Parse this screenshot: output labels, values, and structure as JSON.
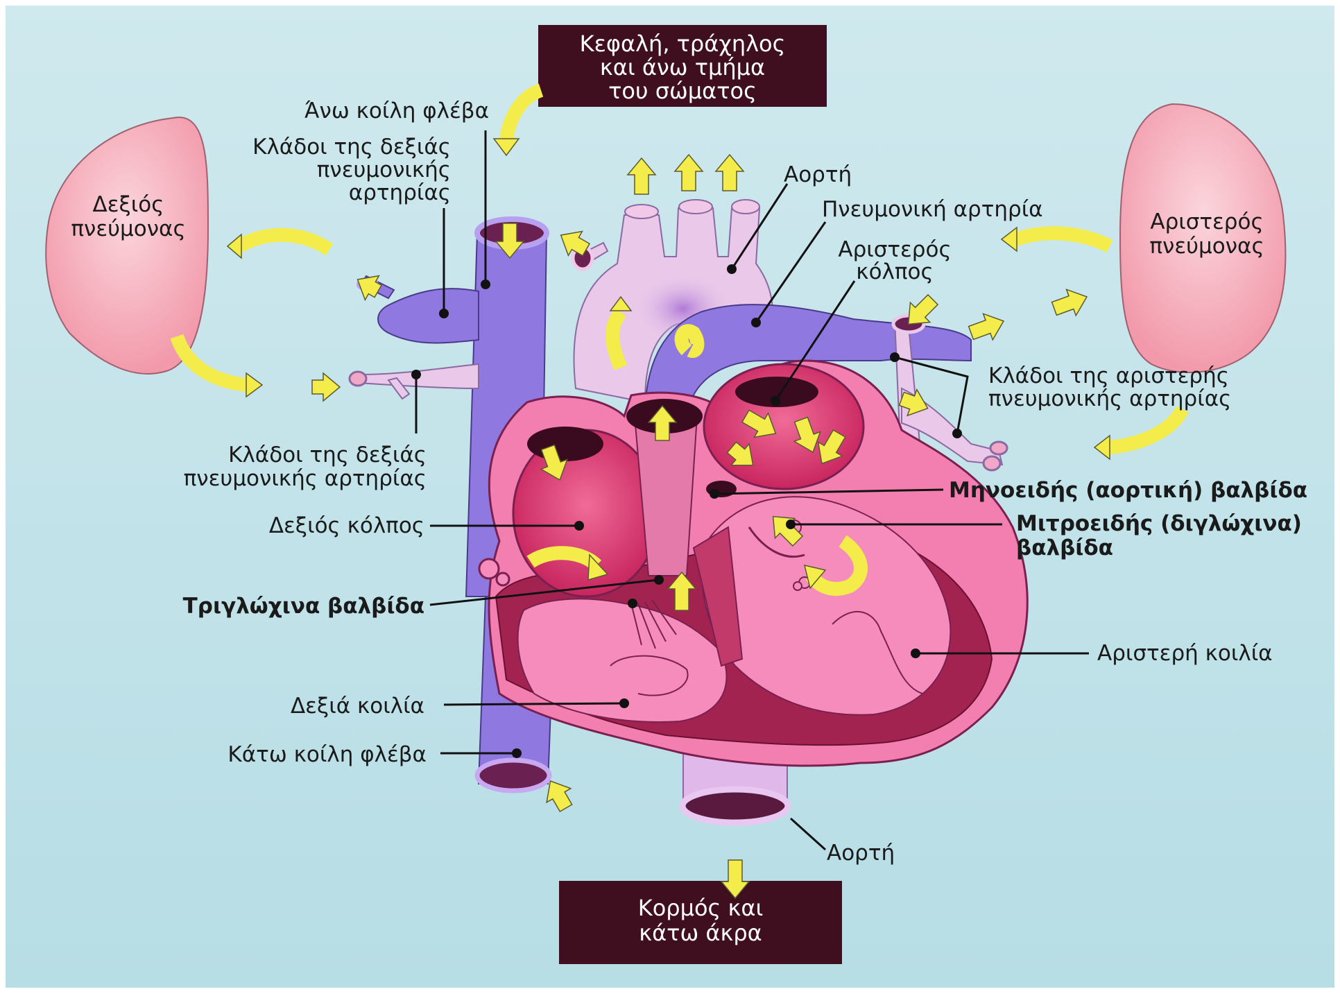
{
  "boxes": {
    "top": [
      "Κεφαλή, τράχηλος",
      "και άνω τμήμα",
      "του σώματος"
    ],
    "bottom": [
      "Κορμός και",
      "κάτω άκρα"
    ]
  },
  "lungs": {
    "right": [
      "Δεξιός",
      "πνεύμονας"
    ],
    "left": [
      "Αριστερός",
      "πνεύμονας"
    ]
  },
  "labels": {
    "svc": "Άνω κοίλη φλέβα",
    "rpa_top": [
      "Κλάδοι της δεξιάς",
      "πνευμονικής",
      "αρτηρίας"
    ],
    "aorta_top": "Αορτή",
    "pulmonary_artery": "Πνευμονική αρτηρία",
    "left_atrium": [
      "Αριστερός",
      "κόλπος"
    ],
    "lpa": [
      "Κλάδοι της αριστερής",
      "πνευμονικής αρτηρίας"
    ],
    "rpa_bottom": [
      "Κλάδοι της δεξιάς",
      "πνευμονικής αρτηρίας"
    ],
    "aortic_valve": "Μηνοειδής (αορτική) βαλβίδα",
    "mitral_valve": [
      "Μιτροειδής (διγλώχινα)",
      "βαλβίδα"
    ],
    "right_atrium": "Δεξιός κόλπος",
    "tricuspid": "Τριγλώχινα βαλβίδα",
    "left_ventricle": "Αριστερή κοιλία",
    "right_ventricle": "Δεξιά κοιλία",
    "ivc": "Κάτω κοίλη φλέβα",
    "aorta_bottom": "Αορτή"
  },
  "colors": {
    "background": "#c9e6ec",
    "box": "#3f0f1f",
    "lung": "#f6a9b6",
    "vein": "#8f78e0",
    "artery_light": "#e9c8ea",
    "heart_outer": "#f27fb0",
    "heart_dark": "#a22350",
    "chamber": "#d7376d",
    "arrow": "#f3ec4a"
  }
}
